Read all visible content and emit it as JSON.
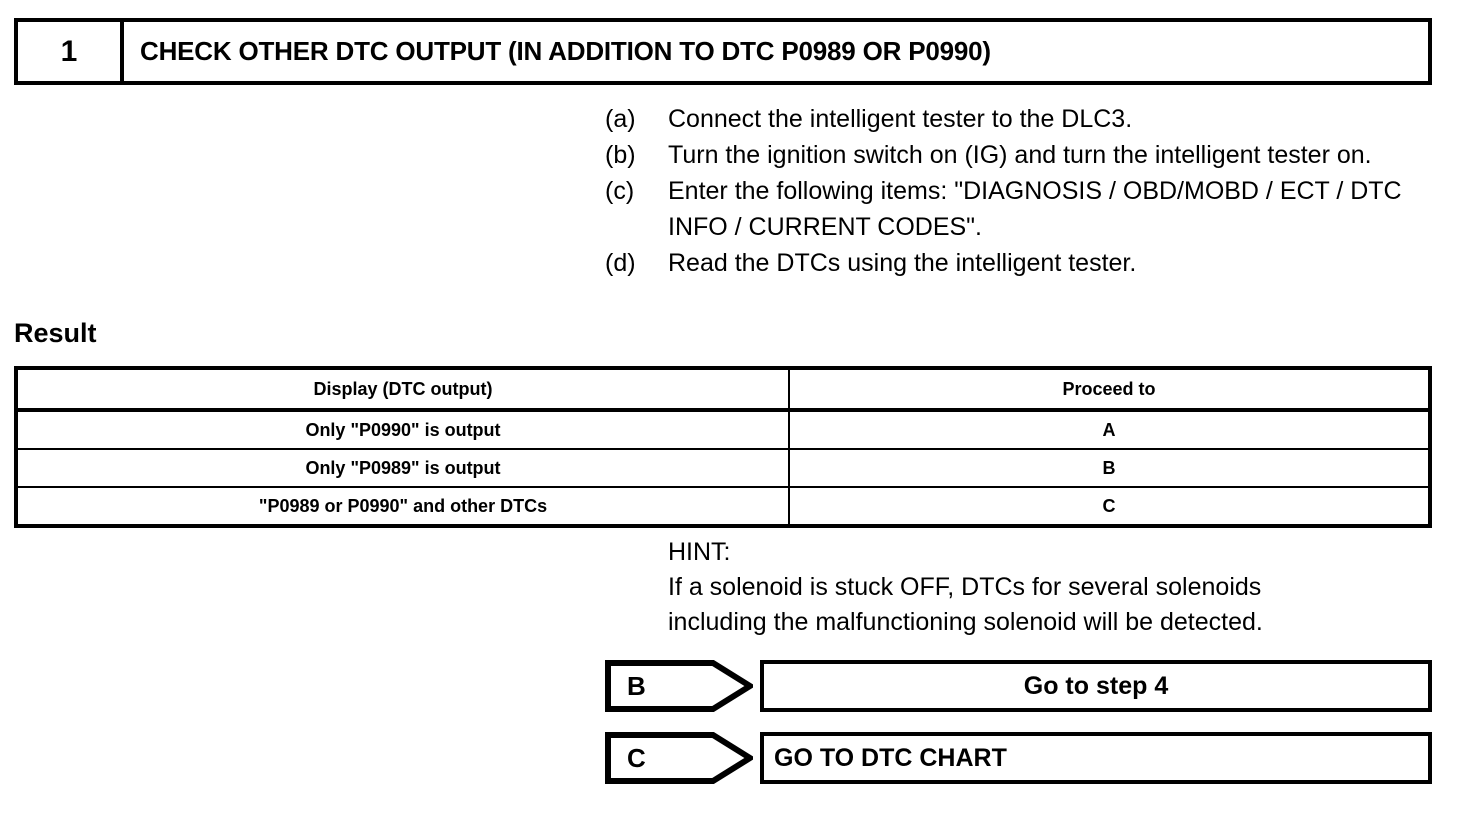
{
  "step": {
    "number": "1",
    "title": "CHECK OTHER DTC OUTPUT (IN ADDITION TO DTC P0989 OR P0990)"
  },
  "procedure": [
    {
      "label": "(a)",
      "text": "Connect the intelligent tester to the DLC3."
    },
    {
      "label": "(b)",
      "text": "Turn the ignition switch on (IG) and turn the intelligent tester on."
    },
    {
      "label": "(c)",
      "text": "Enter the following items: \"DIAGNOSIS / OBD/MOBD / ECT / DTC INFO / CURRENT CODES\"."
    },
    {
      "label": "(d)",
      "text": "Read the DTCs using the intelligent tester."
    }
  ],
  "result": {
    "heading": "Result",
    "columns": [
      "Display (DTC output)",
      "Proceed to"
    ],
    "rows": [
      {
        "display": "Only \"P0990\" is output",
        "proceed": "A"
      },
      {
        "display": "Only \"P0989\" is output",
        "proceed": "B"
      },
      {
        "display": "\"P0989 or P0990\" and other DTCs",
        "proceed": "C"
      }
    ]
  },
  "hint": {
    "title": "HINT:",
    "line1": "If a solenoid is stuck OFF, DTCs for several solenoids",
    "line2": "including the malfunctioning solenoid will be detected."
  },
  "gotos": [
    {
      "tag": "B",
      "action": "Go to step 4"
    },
    {
      "tag": "C",
      "action": "GO TO DTC CHART"
    }
  ]
}
